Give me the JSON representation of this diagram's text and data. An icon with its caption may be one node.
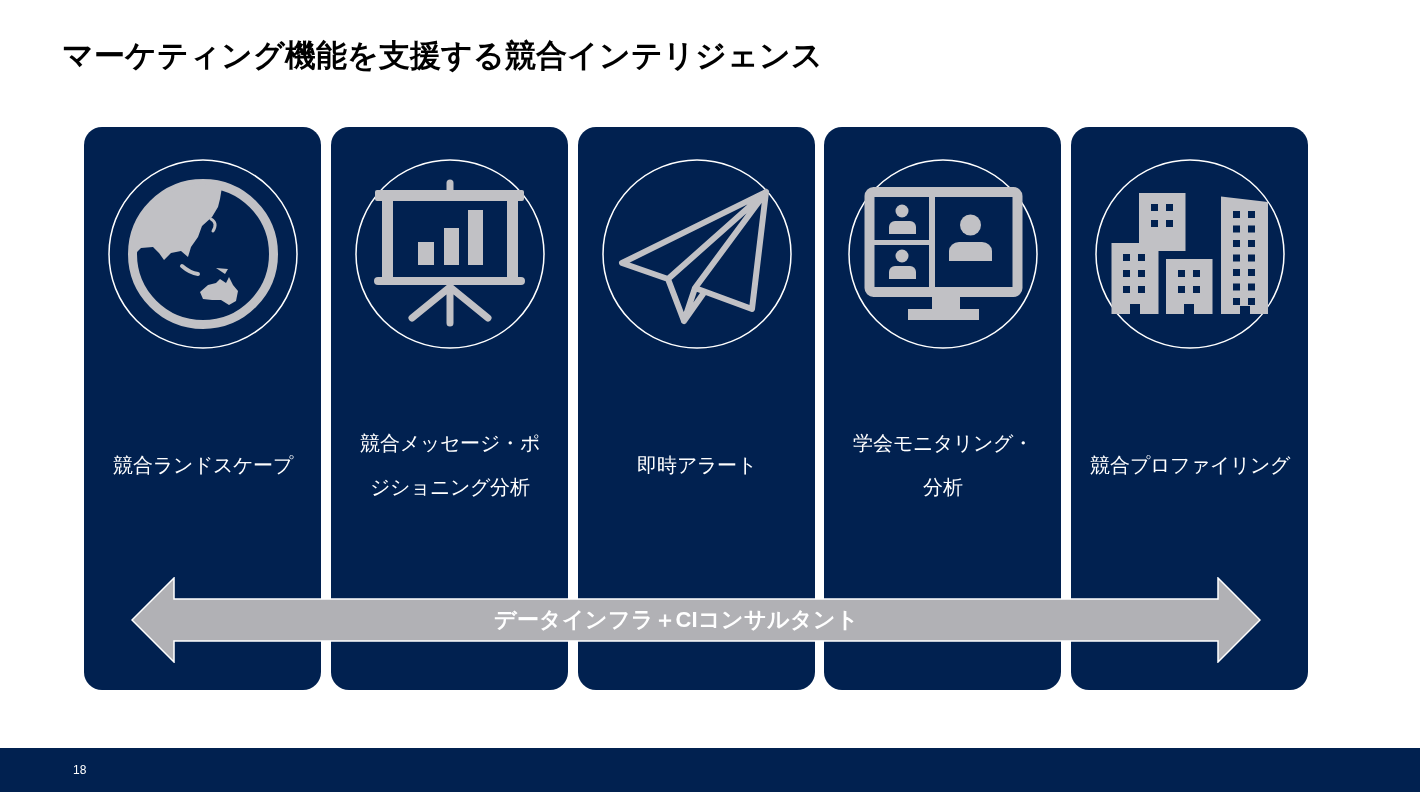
{
  "diagram": {
    "title": "マーケティング機能を支援する競合インテリジェンス",
    "nodes": [
      {
        "text": [
          "競合ランドスケープ"
        ]
      },
      {
        "text": [
          "競合メッセージ・ポジショニング分析"
        ]
      },
      {
        "text": [
          "即時アラート"
        ]
      },
      {
        "text": [
          "学会モニタリング・分析"
        ]
      },
      {
        "text": [
          "競合プロファイリング"
        ]
      },
      {
        "text": [
          "データインフラ＋CIコンサルタント"
        ]
      }
    ],
    "labels": [
      "18"
    ]
  }
}
